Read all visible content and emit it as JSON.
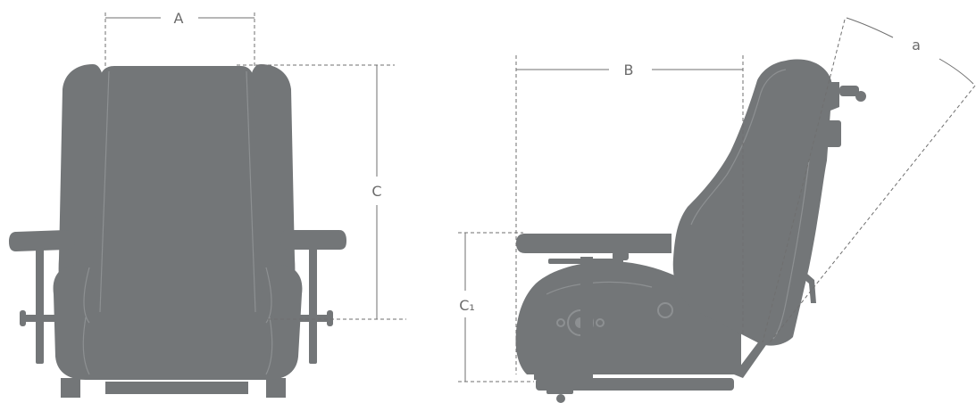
{
  "dimensions": {
    "width_label": "A",
    "depth_label": "B",
    "back_height_label": "C",
    "seat_height_label": "C₁",
    "recline_angle_label": "a"
  },
  "colors": {
    "seat": "#737678",
    "seam": "#8d9092",
    "dimension_line": "#6f6f6f"
  }
}
